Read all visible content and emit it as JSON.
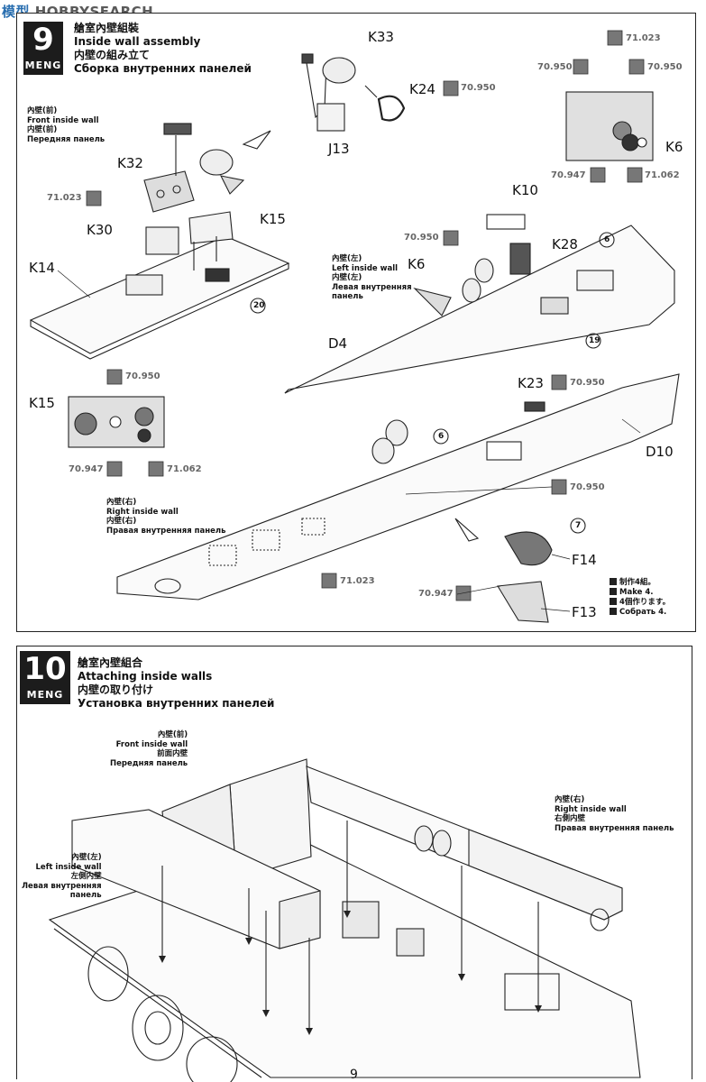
{
  "watermark": {
    "cn": "模型",
    "text": "HOBBYSEARCH"
  },
  "brand": "MENG",
  "step9": {
    "number": "9",
    "title_cn": "艙室內壁組裝",
    "title_en": "Inside wall assembly",
    "title_jp": "内壁の組み立て",
    "title_ru": "Сборка внутренних панелей",
    "front_wall": {
      "cn": "內壁(前)",
      "en": "Front inside wall",
      "jp": "内壁(前)",
      "ru": "Передняя панель"
    },
    "left_wall": {
      "cn": "內壁(左)",
      "en": "Left inside wall",
      "jp": "内壁(左)",
      "ru1": "Левая внутренняя",
      "ru2": "панель"
    },
    "right_wall": {
      "cn": "內壁(右)",
      "en": "Right inside wall",
      "jp": "内壁(右)",
      "ru": "Правая внутренняя панель"
    },
    "parts": {
      "K33": "K33",
      "K24": "K24",
      "J13": "J13",
      "K32": "K32",
      "K30": "K30",
      "K15": "K15",
      "K14": "K14",
      "K15b": "K15",
      "K10": "K10",
      "K28": "K28",
      "K6": "K6",
      "K6b": "K6",
      "D4": "D4",
      "K23": "K23",
      "D10": "D10",
      "F14": "F14",
      "F13": "F13"
    },
    "callouts": {
      "c20": "20",
      "c19": "19",
      "c6a": "6",
      "c6b": "6",
      "c7": "7"
    },
    "paints": {
      "p_k24": "70.950",
      "p_k32": "71.023",
      "p_k6_top": "71.023",
      "p_k6_l": "70.950",
      "p_k6_r": "70.950",
      "p_k6_bl": "70.947",
      "p_k6_br": "71.062",
      "p_k28": "70.950",
      "p_k15_top": "70.950",
      "p_k15_bl": "70.947",
      "p_k15_br": "71.062",
      "p_k23": "70.950",
      "p_d10": "70.950",
      "p_right": "71.023",
      "p_f13": "70.947"
    },
    "make4": {
      "cn": "制作4組。",
      "en": "Make 4.",
      "jp": "4個作ります。",
      "ru": "Собрать 4."
    }
  },
  "step10": {
    "number": "10",
    "title_cn": "艙室內壁組合",
    "title_en": "Attaching inside walls",
    "title_jp": "内壁の取り付け",
    "title_ru": "Установка внутренних панелей",
    "front_wall": {
      "cn": "內壁(前)",
      "en": "Front inside wall",
      "jp": "前面内壁",
      "ru": "Передняя панель"
    },
    "left_wall": {
      "cn": "內壁(左)",
      "en": "Left inside wall",
      "jp": "左側内壁",
      "ru1": "Левая внутренняя",
      "ru2": "панель"
    },
    "right_wall": {
      "cn": "內壁(右)",
      "en": "Right inside wall",
      "jp": "右側内壁",
      "ru": "Правая внутренняя панель"
    }
  },
  "page_number": "9",
  "colors": {
    "ink": "#222222",
    "paint_grey": "#666666",
    "badge": "#1c1c1c"
  }
}
